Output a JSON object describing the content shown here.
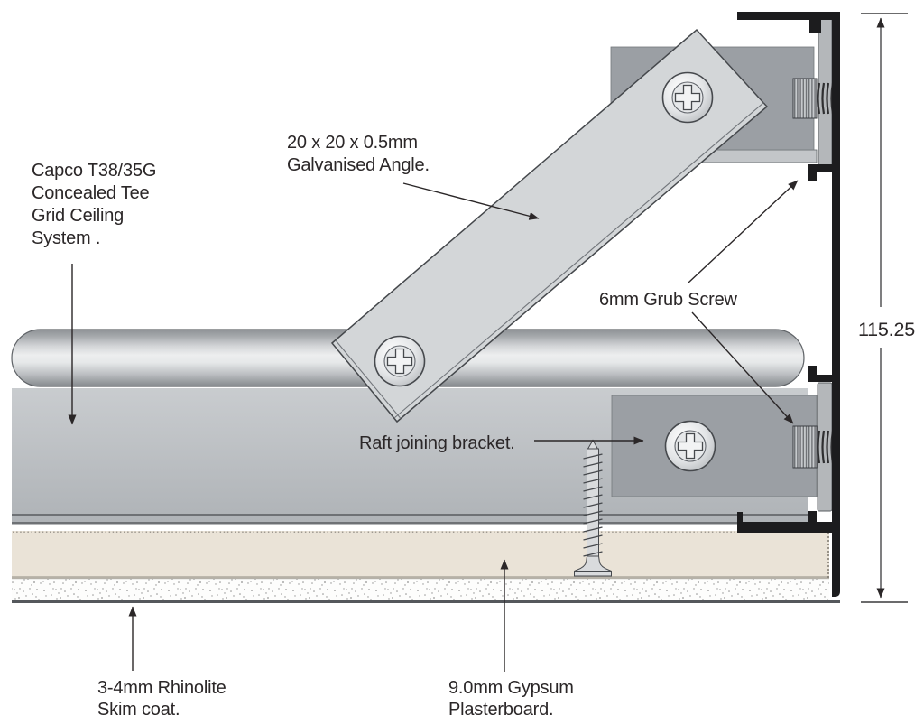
{
  "labels": {
    "grid_system": {
      "line1": "Capco T38/35G",
      "line2": "Concealed Tee",
      "line3": "Grid Ceiling",
      "line4": "System ."
    },
    "galvanised_angle": {
      "line1": "20 x 20 x 0.5mm",
      "line2": "Galvanised Angle."
    },
    "grub_screw": {
      "text": "6mm Grub Screw"
    },
    "raft_bracket": {
      "text": "Raft joining bracket."
    },
    "skim_coat": {
      "line1": "3-4mm Rhinolite",
      "line2": "Skim coat."
    },
    "plasterboard": {
      "line1": "9.0mm Gypsum",
      "line2": "Plasterboard."
    },
    "dimension": {
      "value": "115.25"
    }
  },
  "colors": {
    "background": "#ffffff",
    "trim_black": "#1c1c1e",
    "bracket_gray": "#9b9fa4",
    "panel_gray": "#bcc0c4",
    "plate_gray": "#d3d6d8",
    "plasterboard_beige": "#eae3d7",
    "skim_white": "#fdfdfc",
    "flange_gray": "#b4b7ba",
    "text": "#2b2728"
  }
}
